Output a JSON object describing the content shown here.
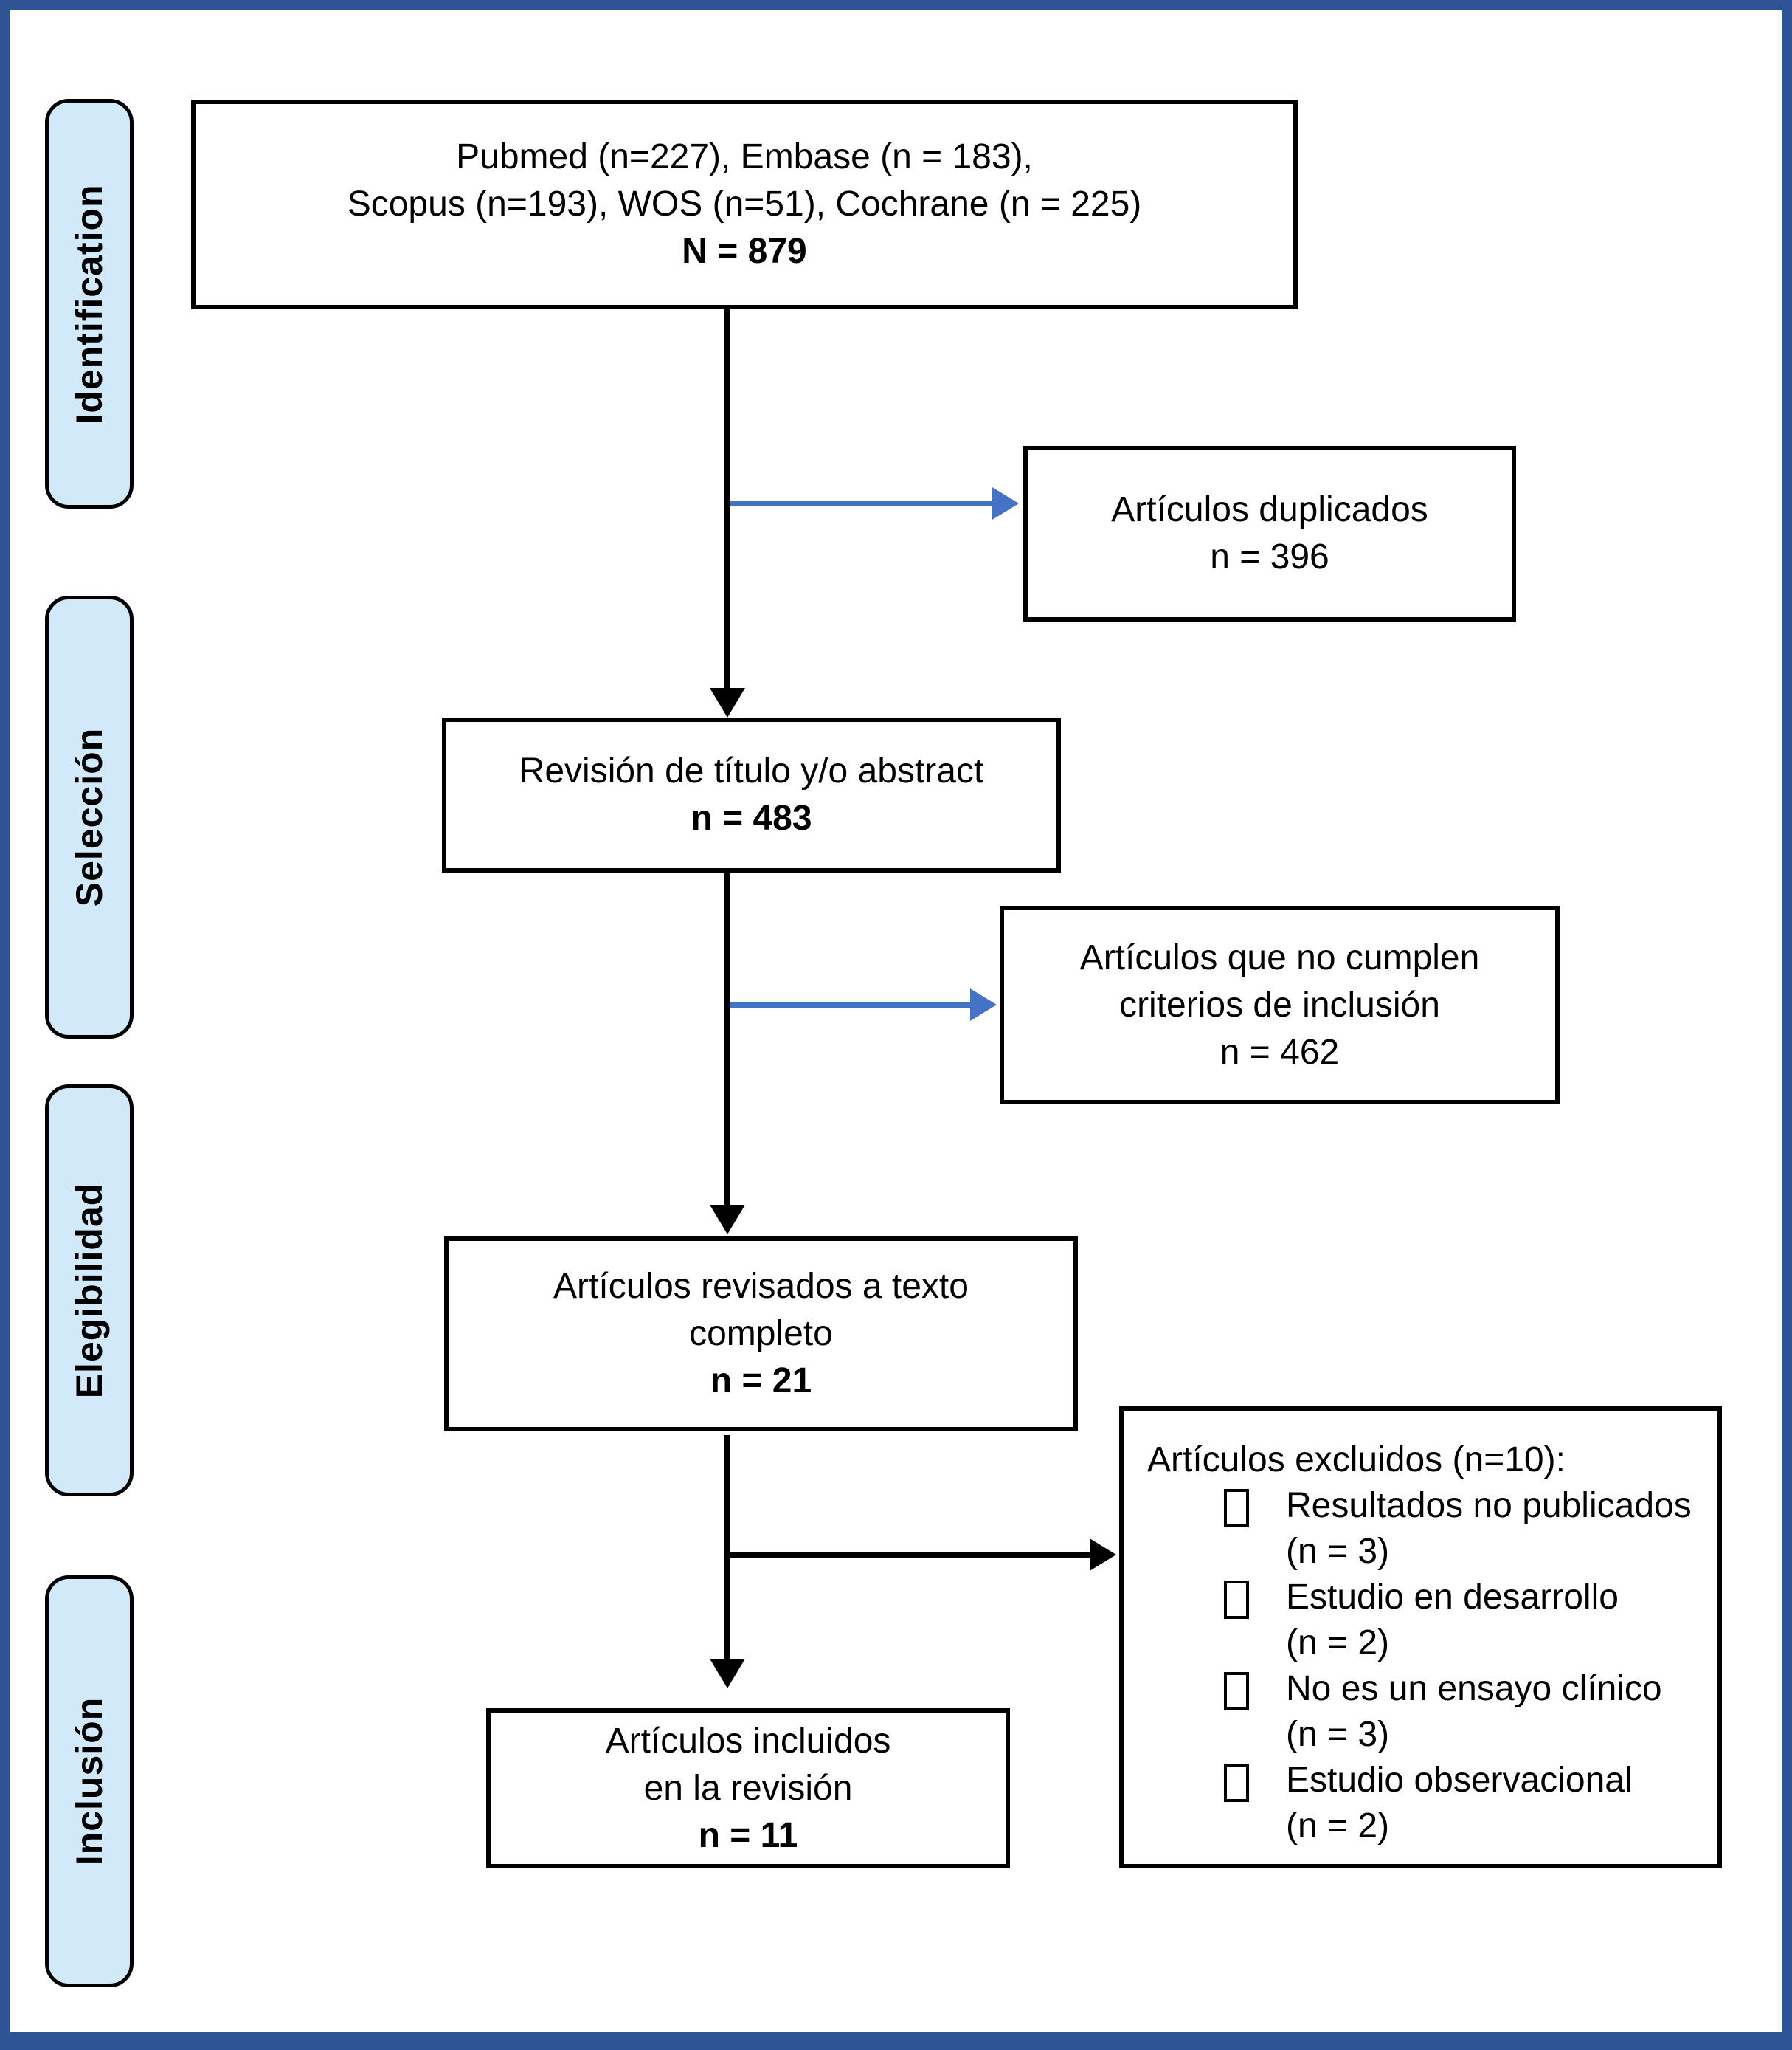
{
  "colors": {
    "frame_blue": "#2F5496",
    "accent_blue": "#4472C4",
    "stage_fill": "#D2E9FA"
  },
  "stages": [
    {
      "id": "identification",
      "label": "Identification"
    },
    {
      "id": "seleccion",
      "label": "Selección"
    },
    {
      "id": "elegibilidad",
      "label": "Elegibilidad"
    },
    {
      "id": "inclusion",
      "label": "Inclusión"
    }
  ],
  "boxes": {
    "sources": {
      "line1": "Pubmed (n=227), Embase (n = 183),",
      "line2": "Scopus (n=193), WOS (n=51), Cochrane (n = 225)",
      "total": "N = 879"
    },
    "duplicates": {
      "line1": "Artículos duplicados",
      "count": "n = 396"
    },
    "screening": {
      "line1": "Revisión de título y/o abstract",
      "count": "n = 483"
    },
    "not_meeting": {
      "line1": "Artículos que no cumplen",
      "line2": "criterios de inclusión",
      "count": "n = 462"
    },
    "fulltext": {
      "line1": "Artículos revisados a texto",
      "line2": "completo",
      "count": "n = 21"
    },
    "excluded": {
      "title": "Artículos excluidos (n=10):",
      "items": [
        {
          "label": "Resultados no publicados",
          "count": "(n = 3)"
        },
        {
          "label": "Estudio en desarrollo",
          "count": "(n = 2)"
        },
        {
          "label": "No es un ensayo clínico",
          "count": "(n = 3)"
        },
        {
          "label": "Estudio observacional",
          "count": "(n = 2)"
        }
      ]
    },
    "included": {
      "line1": "Artículos incluidos",
      "line2": "en la revisión",
      "count": "n = 11"
    }
  }
}
